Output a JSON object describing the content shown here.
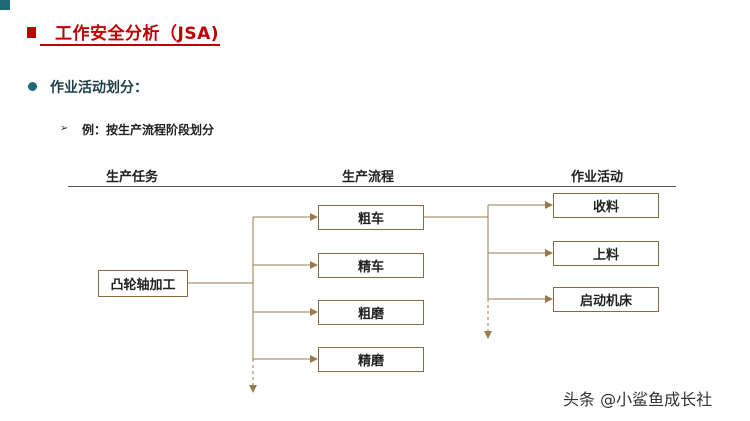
{
  "header": {
    "title": "工作安全分析（JSA)"
  },
  "bullet": {
    "text": "作业活动划分："
  },
  "sub_bullet": {
    "arrow": "➢",
    "text": "例：按生产流程阶段划分"
  },
  "columns": {
    "task": "生产任务",
    "process": "生产流程",
    "activity": "作业活动"
  },
  "diagram": {
    "task": "凸轮轴加工",
    "process_steps": [
      "粗车",
      "精车",
      "粗磨",
      "精磨"
    ],
    "activities": [
      "收料",
      "上料",
      "启动机床"
    ]
  },
  "watermark": "头条 @小鲨鱼成长社",
  "colors": {
    "title_red": "#c00000",
    "accent_teal": "#1f6a78",
    "box_border": "#8b6b3d",
    "connector": "#9a7b4f"
  }
}
